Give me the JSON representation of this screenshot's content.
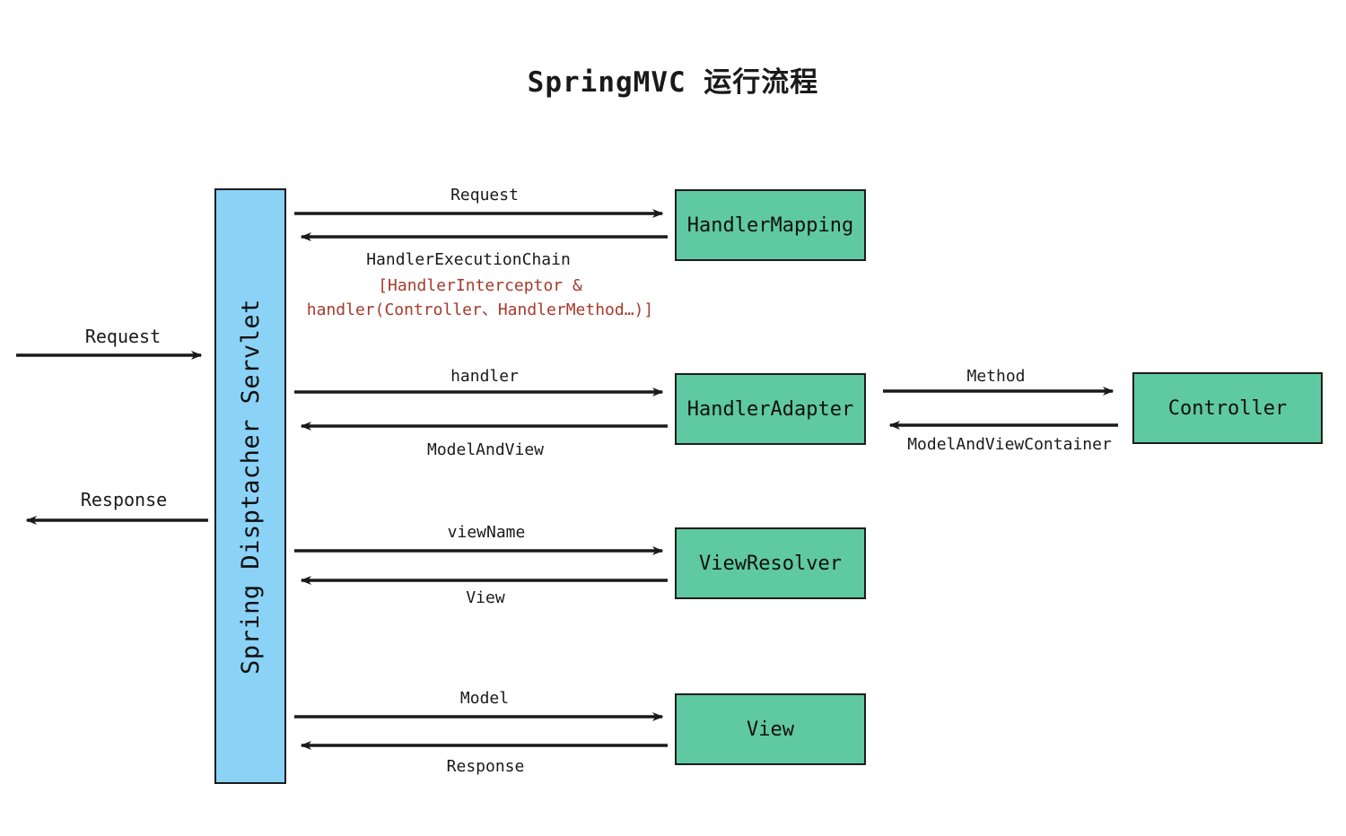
{
  "title": "SpringMVC 运行流程",
  "servlet": {
    "label": "Spring Disptacher Servlet"
  },
  "boxes": {
    "handler_mapping": "HandlerMapping",
    "handler_adapter": "HandlerAdapter",
    "view_resolver": "ViewResolver",
    "view": "View",
    "controller": "Controller"
  },
  "arrows": {
    "client_request": "Request",
    "client_response": "Response",
    "to_handler_mapping": "Request",
    "from_handler_mapping": "HandlerExecutionChain",
    "handler_chain_detail_line1": "[HandlerInterceptor &",
    "handler_chain_detail_line2": "handler(Controller、HandlerMethod…)]",
    "to_handler_adapter": "handler",
    "from_handler_adapter": "ModelAndView",
    "to_controller": "Method",
    "from_controller": "ModelAndViewContainer",
    "to_view_resolver": "viewName",
    "from_view_resolver": "View",
    "to_view": "Model",
    "from_view": "Response"
  },
  "colors": {
    "component_green": "#5fc9a3",
    "servlet_blue": "#8bd2f7",
    "annotation_red": "#a63a2a",
    "arrow_black": "#1a1a1a",
    "background": "#ffffff"
  }
}
